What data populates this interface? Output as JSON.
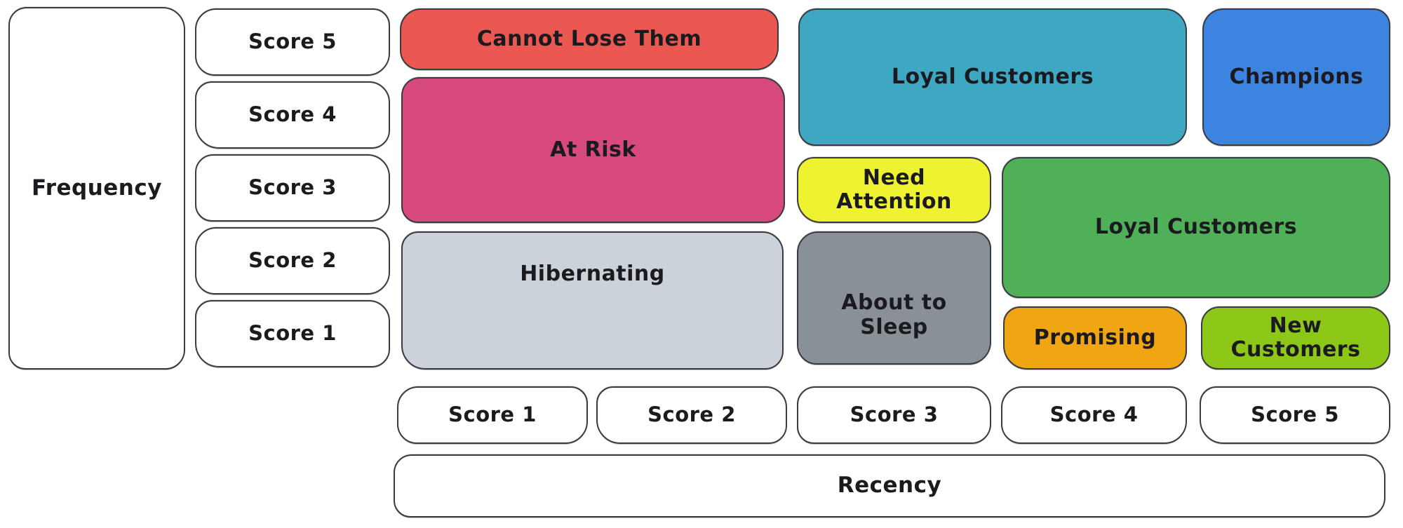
{
  "y_axis": {
    "label": "Frequency",
    "scores": [
      "Score 5",
      "Score 4",
      "Score 3",
      "Score 2",
      "Score 1"
    ]
  },
  "x_axis": {
    "label": "Recency",
    "scores": [
      "Score 1",
      "Score 2",
      "Score 3",
      "Score 4",
      "Score 5"
    ]
  },
  "segments": {
    "cannot_lose_them": {
      "label": "Cannot Lose Them",
      "color": "#ea5851"
    },
    "at_risk": {
      "label": "At Risk",
      "color": "#d84a7d"
    },
    "hibernating": {
      "label": "Hibernating",
      "color": "#ccd2d9"
    },
    "loyal_customers_top": {
      "label": "Loyal Customers",
      "color": "#3ea8c2"
    },
    "champions": {
      "label": "Champions",
      "color": "#3d84e0"
    },
    "need_attention": {
      "label": "Need Attention",
      "color": "#eef231"
    },
    "loyal_customers_mid": {
      "label": "Loyal Customers",
      "color": "#50b058"
    },
    "about_to_sleep": {
      "label": "About to Sleep",
      "color": "#8a9097"
    },
    "promising": {
      "label": "Promising",
      "color": "#f0a513"
    },
    "new_customers": {
      "label": "New Customers",
      "color": "#8dc718"
    }
  },
  "text_color": "#1b1b1f"
}
